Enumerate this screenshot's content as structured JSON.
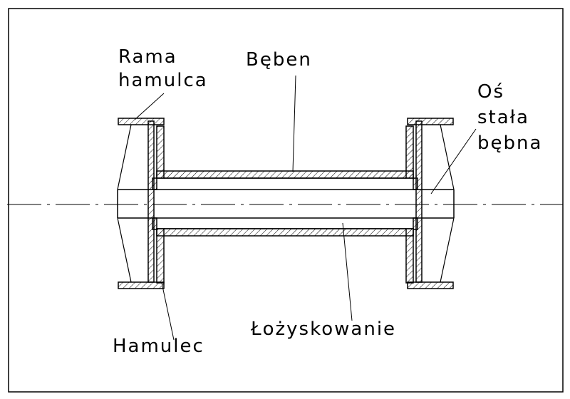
{
  "labels": {
    "rama_line1": "Rama",
    "rama_line2": "hamulca",
    "beben": "Bęben",
    "os_line1": "Oś",
    "os_line2": "stała",
    "os_line3": "bębna",
    "hamulec": "Hamulec",
    "lozyskowanie": "Łożyskowanie"
  },
  "colors": {
    "line": "#000000",
    "background": "#ffffff"
  }
}
